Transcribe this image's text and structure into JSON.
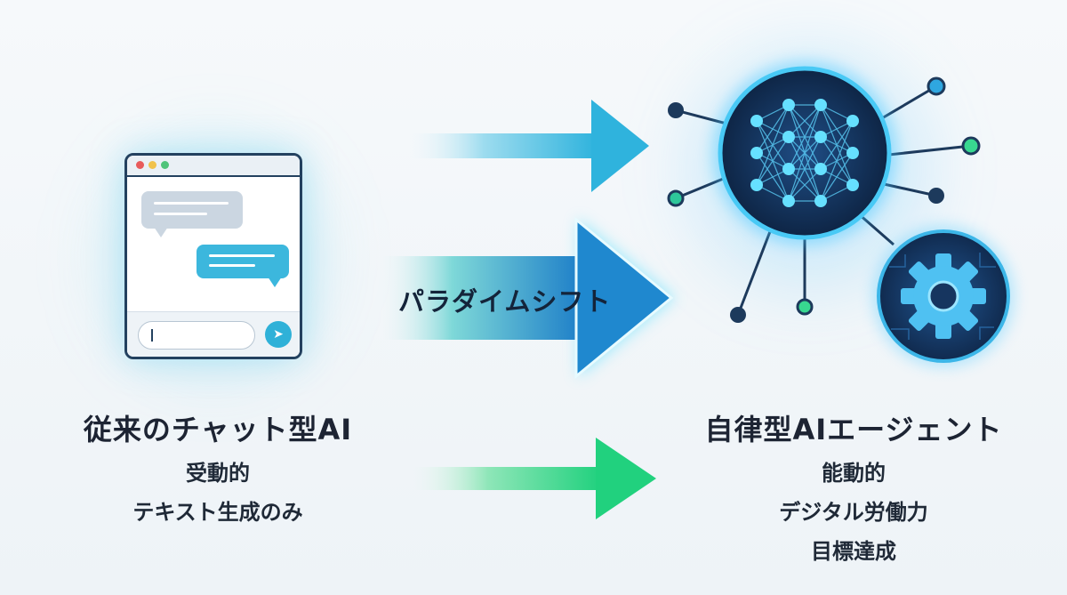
{
  "left": {
    "title": "従来のチャット型AI",
    "lines": [
      "受動的",
      "テキスト生成のみ"
    ]
  },
  "center": {
    "label": "パラダイムシフト"
  },
  "right": {
    "title": "自律型AIエージェント",
    "lines": [
      "能動的",
      "デジタル労働力",
      "目標達成"
    ]
  },
  "colors": {
    "navy": "#23415f",
    "cyan": "#3cb7dd",
    "teal": "#33c9a6",
    "green": "#36d889",
    "node_blue": "#3ec7ff",
    "node_green": "#4fe0a0"
  }
}
